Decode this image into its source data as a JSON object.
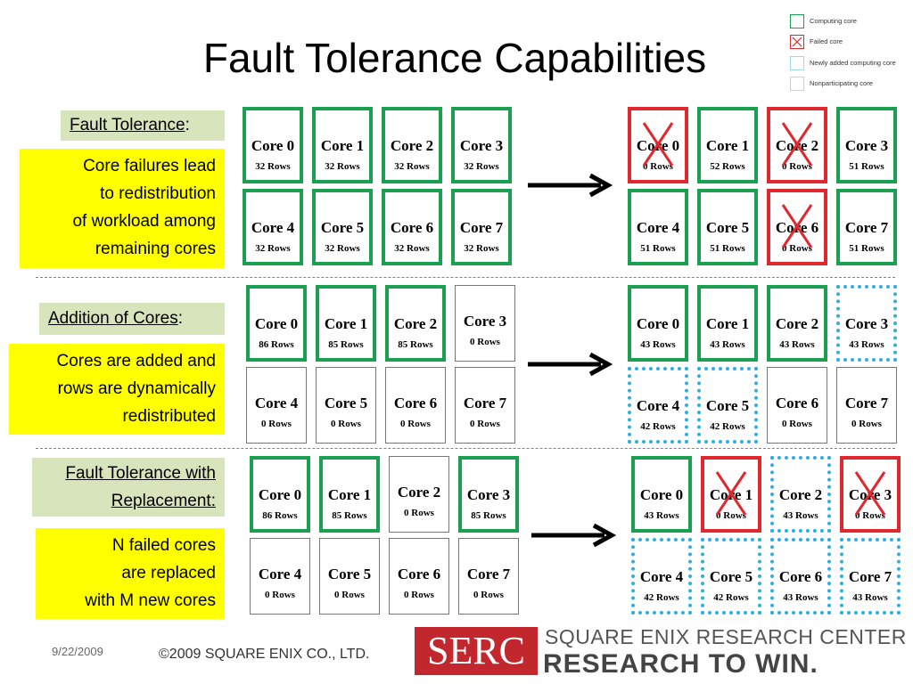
{
  "title": "Fault Tolerance Capabilities",
  "legend": [
    {
      "label": "Computing core",
      "state": "computing"
    },
    {
      "label": "Failed core",
      "state": "failed"
    },
    {
      "label": "Newly added computing core",
      "state": "new"
    },
    {
      "label": "Nonparticipating core",
      "state": "nonpart"
    }
  ],
  "colors": {
    "computing": "#1aa050",
    "failed": "#e0282f",
    "new": "#2fb0e0",
    "nonpart": "#777777",
    "highlight": "#ffff00",
    "label_bg": "#d8e4bc"
  },
  "sections": [
    {
      "label_underlined": "Fault Tolerance",
      "label_suffix": ":",
      "description": [
        "Core failures lead",
        "to redistribution",
        "of workload among",
        "remaining cores"
      ],
      "before": [
        {
          "name": "Core 0",
          "rows": "32 Rows",
          "state": "computing"
        },
        {
          "name": "Core 1",
          "rows": "32 Rows",
          "state": "computing"
        },
        {
          "name": "Core 2",
          "rows": "32 Rows",
          "state": "computing"
        },
        {
          "name": "Core 3",
          "rows": "32 Rows",
          "state": "computing"
        },
        {
          "name": "Core 4",
          "rows": "32 Rows",
          "state": "computing"
        },
        {
          "name": "Core 5",
          "rows": "32 Rows",
          "state": "computing"
        },
        {
          "name": "Core 6",
          "rows": "32 Rows",
          "state": "computing"
        },
        {
          "name": "Core 7",
          "rows": "32 Rows",
          "state": "computing"
        }
      ],
      "after": [
        {
          "name": "Core 0",
          "rows": "0 Rows",
          "state": "failed"
        },
        {
          "name": "Core 1",
          "rows": "52 Rows",
          "state": "computing"
        },
        {
          "name": "Core 2",
          "rows": "0 Rows",
          "state": "failed"
        },
        {
          "name": "Core 3",
          "rows": "51 Rows",
          "state": "computing"
        },
        {
          "name": "Core 4",
          "rows": "51 Rows",
          "state": "computing"
        },
        {
          "name": "Core 5",
          "rows": "51 Rows",
          "state": "computing"
        },
        {
          "name": "Core 6",
          "rows": "0 Rows",
          "state": "failed"
        },
        {
          "name": "Core 7",
          "rows": "51 Rows",
          "state": "computing"
        }
      ]
    },
    {
      "label_underlined": "Addition of Cores",
      "label_suffix": ":",
      "description": [
        "Cores are added and",
        "rows are dynamically",
        "redistributed"
      ],
      "before": [
        {
          "name": "Core 0",
          "rows": "86 Rows",
          "state": "computing"
        },
        {
          "name": "Core 1",
          "rows": "85 Rows",
          "state": "computing"
        },
        {
          "name": "Core 2",
          "rows": "85 Rows",
          "state": "computing"
        },
        {
          "name": "Core 3",
          "rows": "0 Rows",
          "state": "nonpart"
        },
        {
          "name": "Core 4",
          "rows": "0 Rows",
          "state": "nonpart"
        },
        {
          "name": "Core 5",
          "rows": "0 Rows",
          "state": "nonpart"
        },
        {
          "name": "Core 6",
          "rows": "0 Rows",
          "state": "nonpart"
        },
        {
          "name": "Core 7",
          "rows": "0 Rows",
          "state": "nonpart"
        }
      ],
      "after": [
        {
          "name": "Core 0",
          "rows": "43 Rows",
          "state": "computing"
        },
        {
          "name": "Core 1",
          "rows": "43 Rows",
          "state": "computing"
        },
        {
          "name": "Core 2",
          "rows": "43 Rows",
          "state": "computing"
        },
        {
          "name": "Core 3",
          "rows": "43 Rows",
          "state": "new"
        },
        {
          "name": "Core 4",
          "rows": "42 Rows",
          "state": "new"
        },
        {
          "name": "Core 5",
          "rows": "42 Rows",
          "state": "new"
        },
        {
          "name": "Core 6",
          "rows": "0 Rows",
          "state": "nonpart"
        },
        {
          "name": "Core 7",
          "rows": "0 Rows",
          "state": "nonpart"
        }
      ]
    },
    {
      "label_underlined": "Fault Tolerance with Replacement:",
      "label_suffix": "",
      "description": [
        "N failed cores",
        "are replaced",
        "with M new cores"
      ],
      "before": [
        {
          "name": "Core 0",
          "rows": "86 Rows",
          "state": "computing"
        },
        {
          "name": "Core 1",
          "rows": "85 Rows",
          "state": "computing"
        },
        {
          "name": "Core 2",
          "rows": "0 Rows",
          "state": "nonpart"
        },
        {
          "name": "Core 3",
          "rows": "85 Rows",
          "state": "computing"
        },
        {
          "name": "Core 4",
          "rows": "0 Rows",
          "state": "nonpart"
        },
        {
          "name": "Core 5",
          "rows": "0 Rows",
          "state": "nonpart"
        },
        {
          "name": "Core 6",
          "rows": "0 Rows",
          "state": "nonpart"
        },
        {
          "name": "Core 7",
          "rows": "0 Rows",
          "state": "nonpart"
        }
      ],
      "after": [
        {
          "name": "Core 0",
          "rows": "43 Rows",
          "state": "computing"
        },
        {
          "name": "Core 1",
          "rows": "0 Rows",
          "state": "failed"
        },
        {
          "name": "Core 2",
          "rows": "43 Rows",
          "state": "new"
        },
        {
          "name": "Core 3",
          "rows": "0 Rows",
          "state": "failed"
        },
        {
          "name": "Core 4",
          "rows": "42 Rows",
          "state": "new"
        },
        {
          "name": "Core 5",
          "rows": "42 Rows",
          "state": "new"
        },
        {
          "name": "Core 6",
          "rows": "43 Rows",
          "state": "new"
        },
        {
          "name": "Core 7",
          "rows": "43 Rows",
          "state": "new"
        }
      ]
    }
  ],
  "footer": {
    "date": "9/22/2009",
    "copyright": "©2009 SQUARE ENIX CO., LTD.",
    "logo_serc": "SERC",
    "logo_top": "SQUARE ENIX RESEARCH CENTER",
    "logo_bottom": "RESEARCH TO WIN."
  }
}
